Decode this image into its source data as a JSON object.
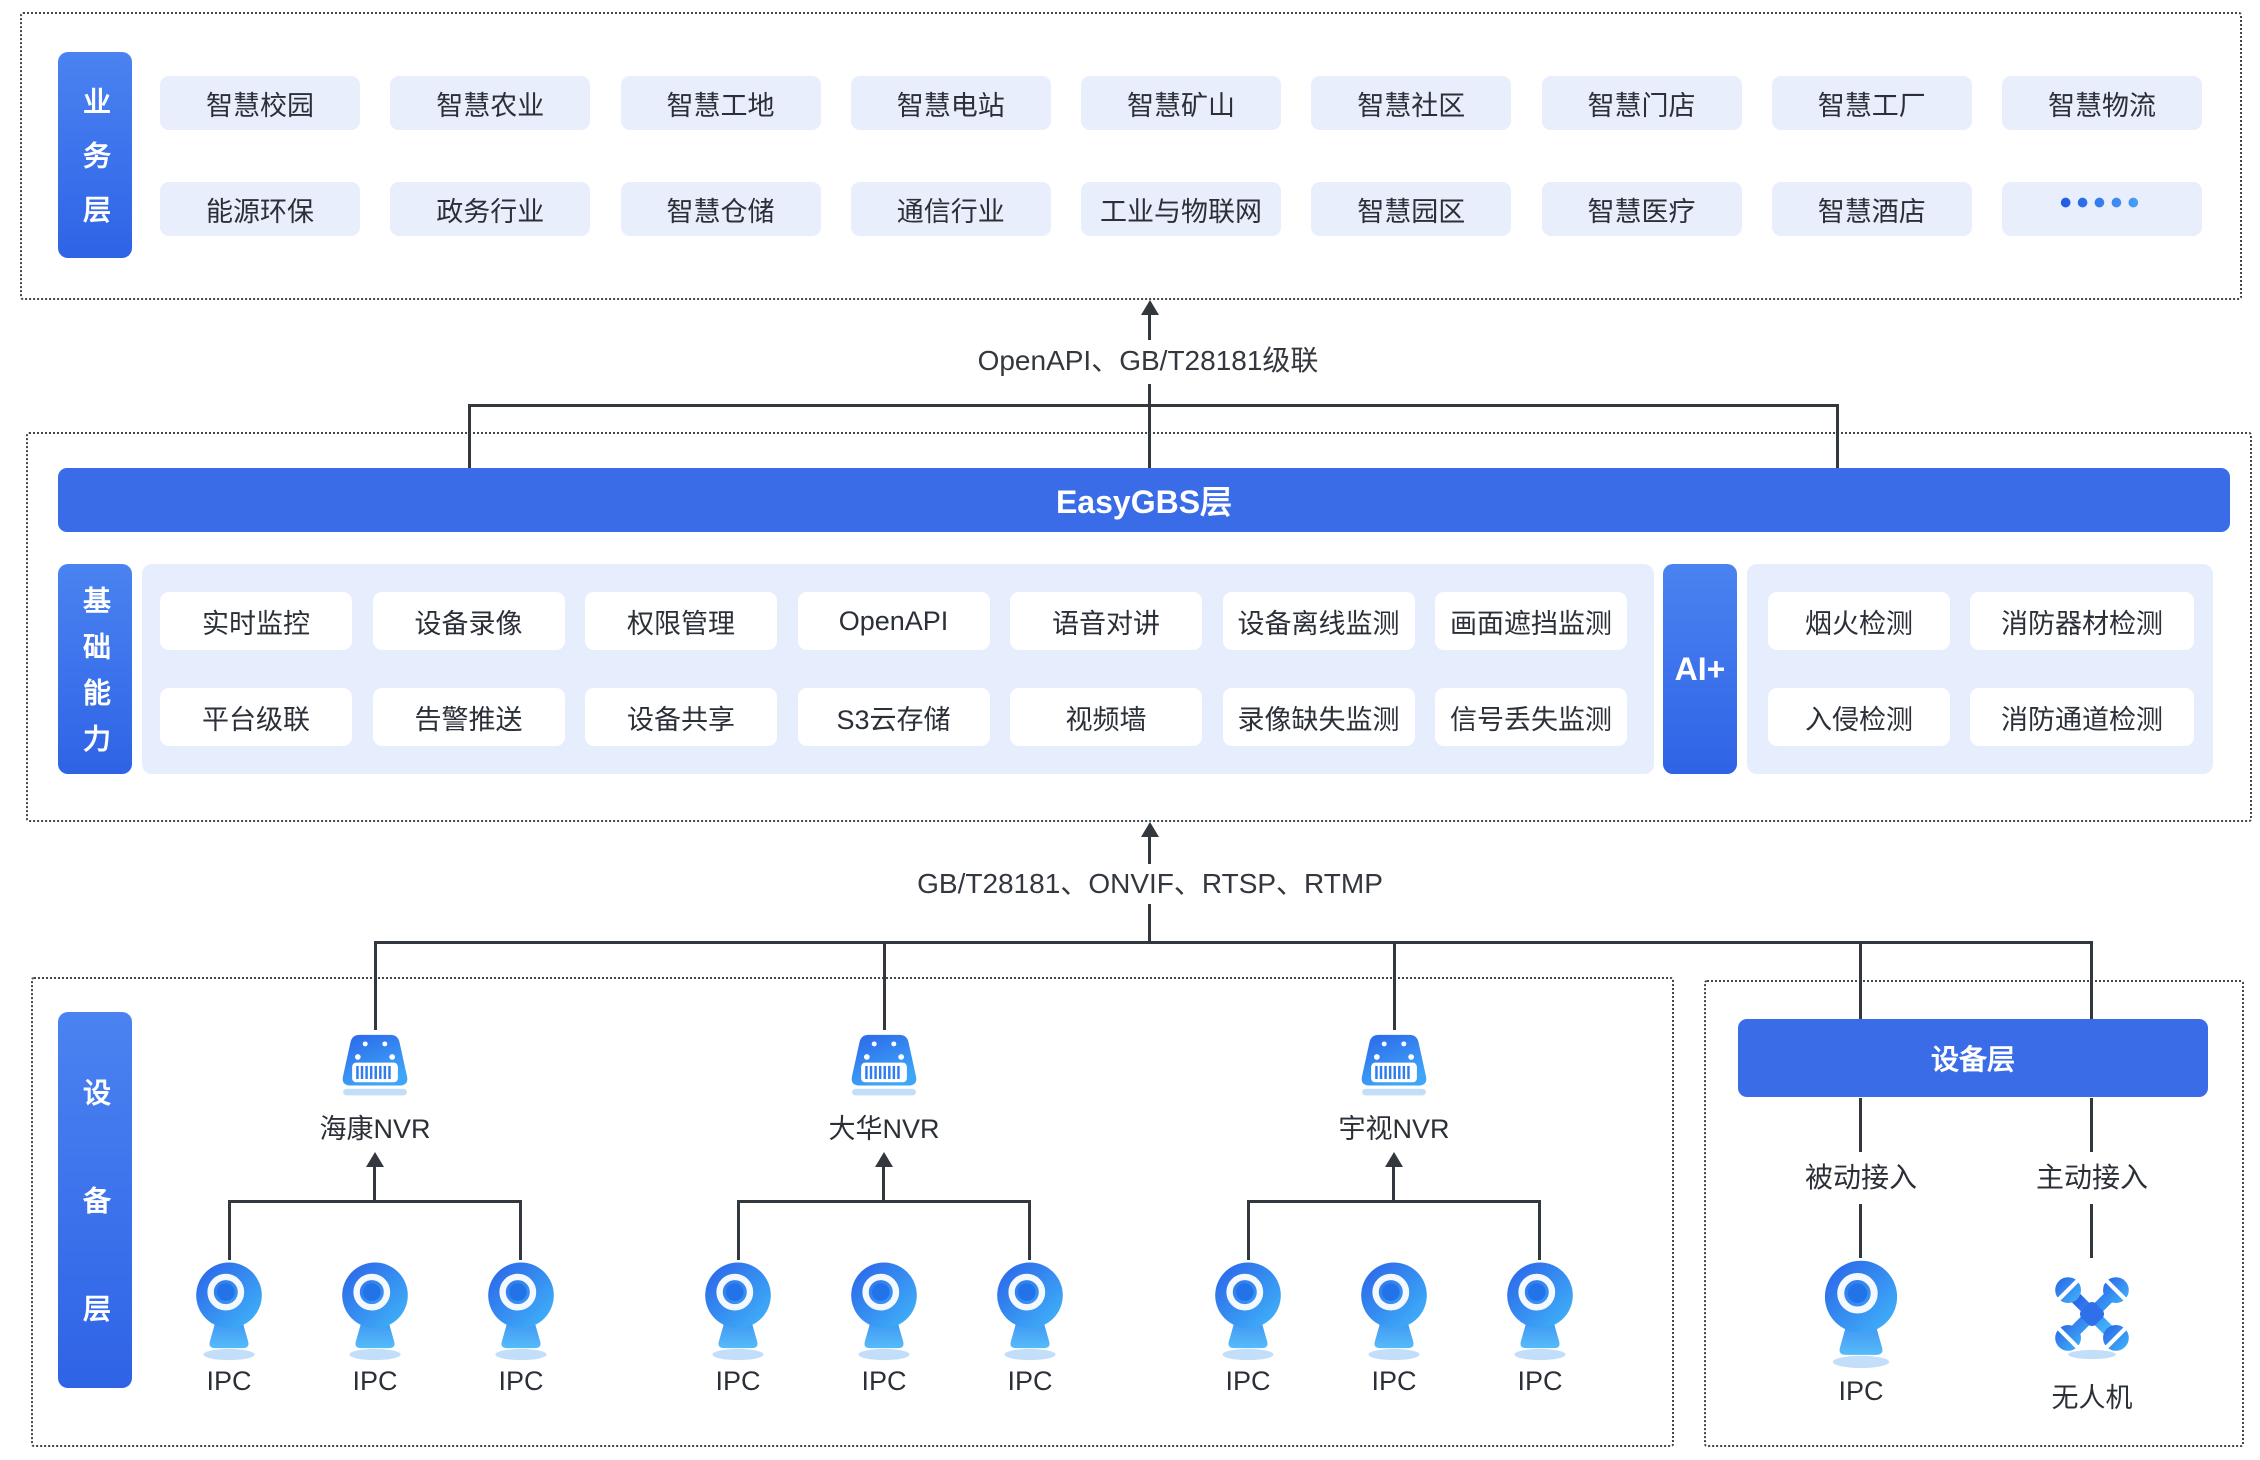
{
  "colors": {
    "primary_blue": "#3a6ce7",
    "label_gradient_top": "#4a83f1",
    "label_gradient_bottom": "#2f63e6",
    "chip_light_bg": "#e9eefc",
    "panel_bg": "#e6edfc",
    "chip_white_bg": "#ffffff",
    "line_color": "#33383f",
    "text_dark": "#2b3038",
    "dots_accent": "#2f7cf6",
    "icon_blue_dark": "#2a62e8",
    "icon_blue_light": "#41b7f9",
    "icon_shadow": "#c3def9"
  },
  "icons": {
    "nvr": "nvr-recorder-icon",
    "camera": "ipc-camera-icon",
    "drone": "drone-icon",
    "arrow": "arrow-up-icon",
    "ellipsis": "ellipsis-dots-icon"
  },
  "business": {
    "label": "业务层",
    "row1": [
      "智慧校园",
      "智慧农业",
      "智慧工地",
      "智慧电站",
      "智慧矿山",
      "智慧社区",
      "智慧门店",
      "智慧工厂",
      "智慧物流"
    ],
    "row2": [
      "能源环保",
      "政务行业",
      "智慧仓储",
      "通信行业",
      "工业与物联网",
      "智慧园区",
      "智慧医疗",
      "智慧酒店",
      "•••••"
    ]
  },
  "connector_top": {
    "label": "OpenAPI、GB/T28181级联"
  },
  "platform": {
    "banner": "EasyGBS层",
    "side_label": "基础能力",
    "cap_row1": [
      "实时监控",
      "设备录像",
      "权限管理",
      "OpenAPI",
      "语音对讲",
      "设备离线监测",
      "画面遮挡监测"
    ],
    "cap_row2": [
      "平台级联",
      "告警推送",
      "设备共享",
      "S3云存储",
      "视频墙",
      "录像缺失监测",
      "信号丢失监测"
    ],
    "ai_label": "AI+",
    "ai_row1": [
      "烟火检测",
      "消防器材检测"
    ],
    "ai_row2": [
      "入侵检测",
      "消防通道检测"
    ]
  },
  "connector_bottom": {
    "label": "GB/T28181、ONVIF、RTSP、RTMP"
  },
  "devices": {
    "side_label": "设备层",
    "groups": [
      {
        "name": "海康NVR",
        "cameras": [
          "IPC",
          "IPC",
          "IPC"
        ]
      },
      {
        "name": "大华NVR",
        "cameras": [
          "IPC",
          "IPC",
          "IPC"
        ]
      },
      {
        "name": "宇视NVR",
        "cameras": [
          "IPC",
          "IPC",
          "IPC"
        ]
      }
    ],
    "right": {
      "banner": "设备层",
      "passive": "被动接入",
      "active": "主动接入",
      "ipc": "IPC",
      "drone": "无人机"
    }
  }
}
